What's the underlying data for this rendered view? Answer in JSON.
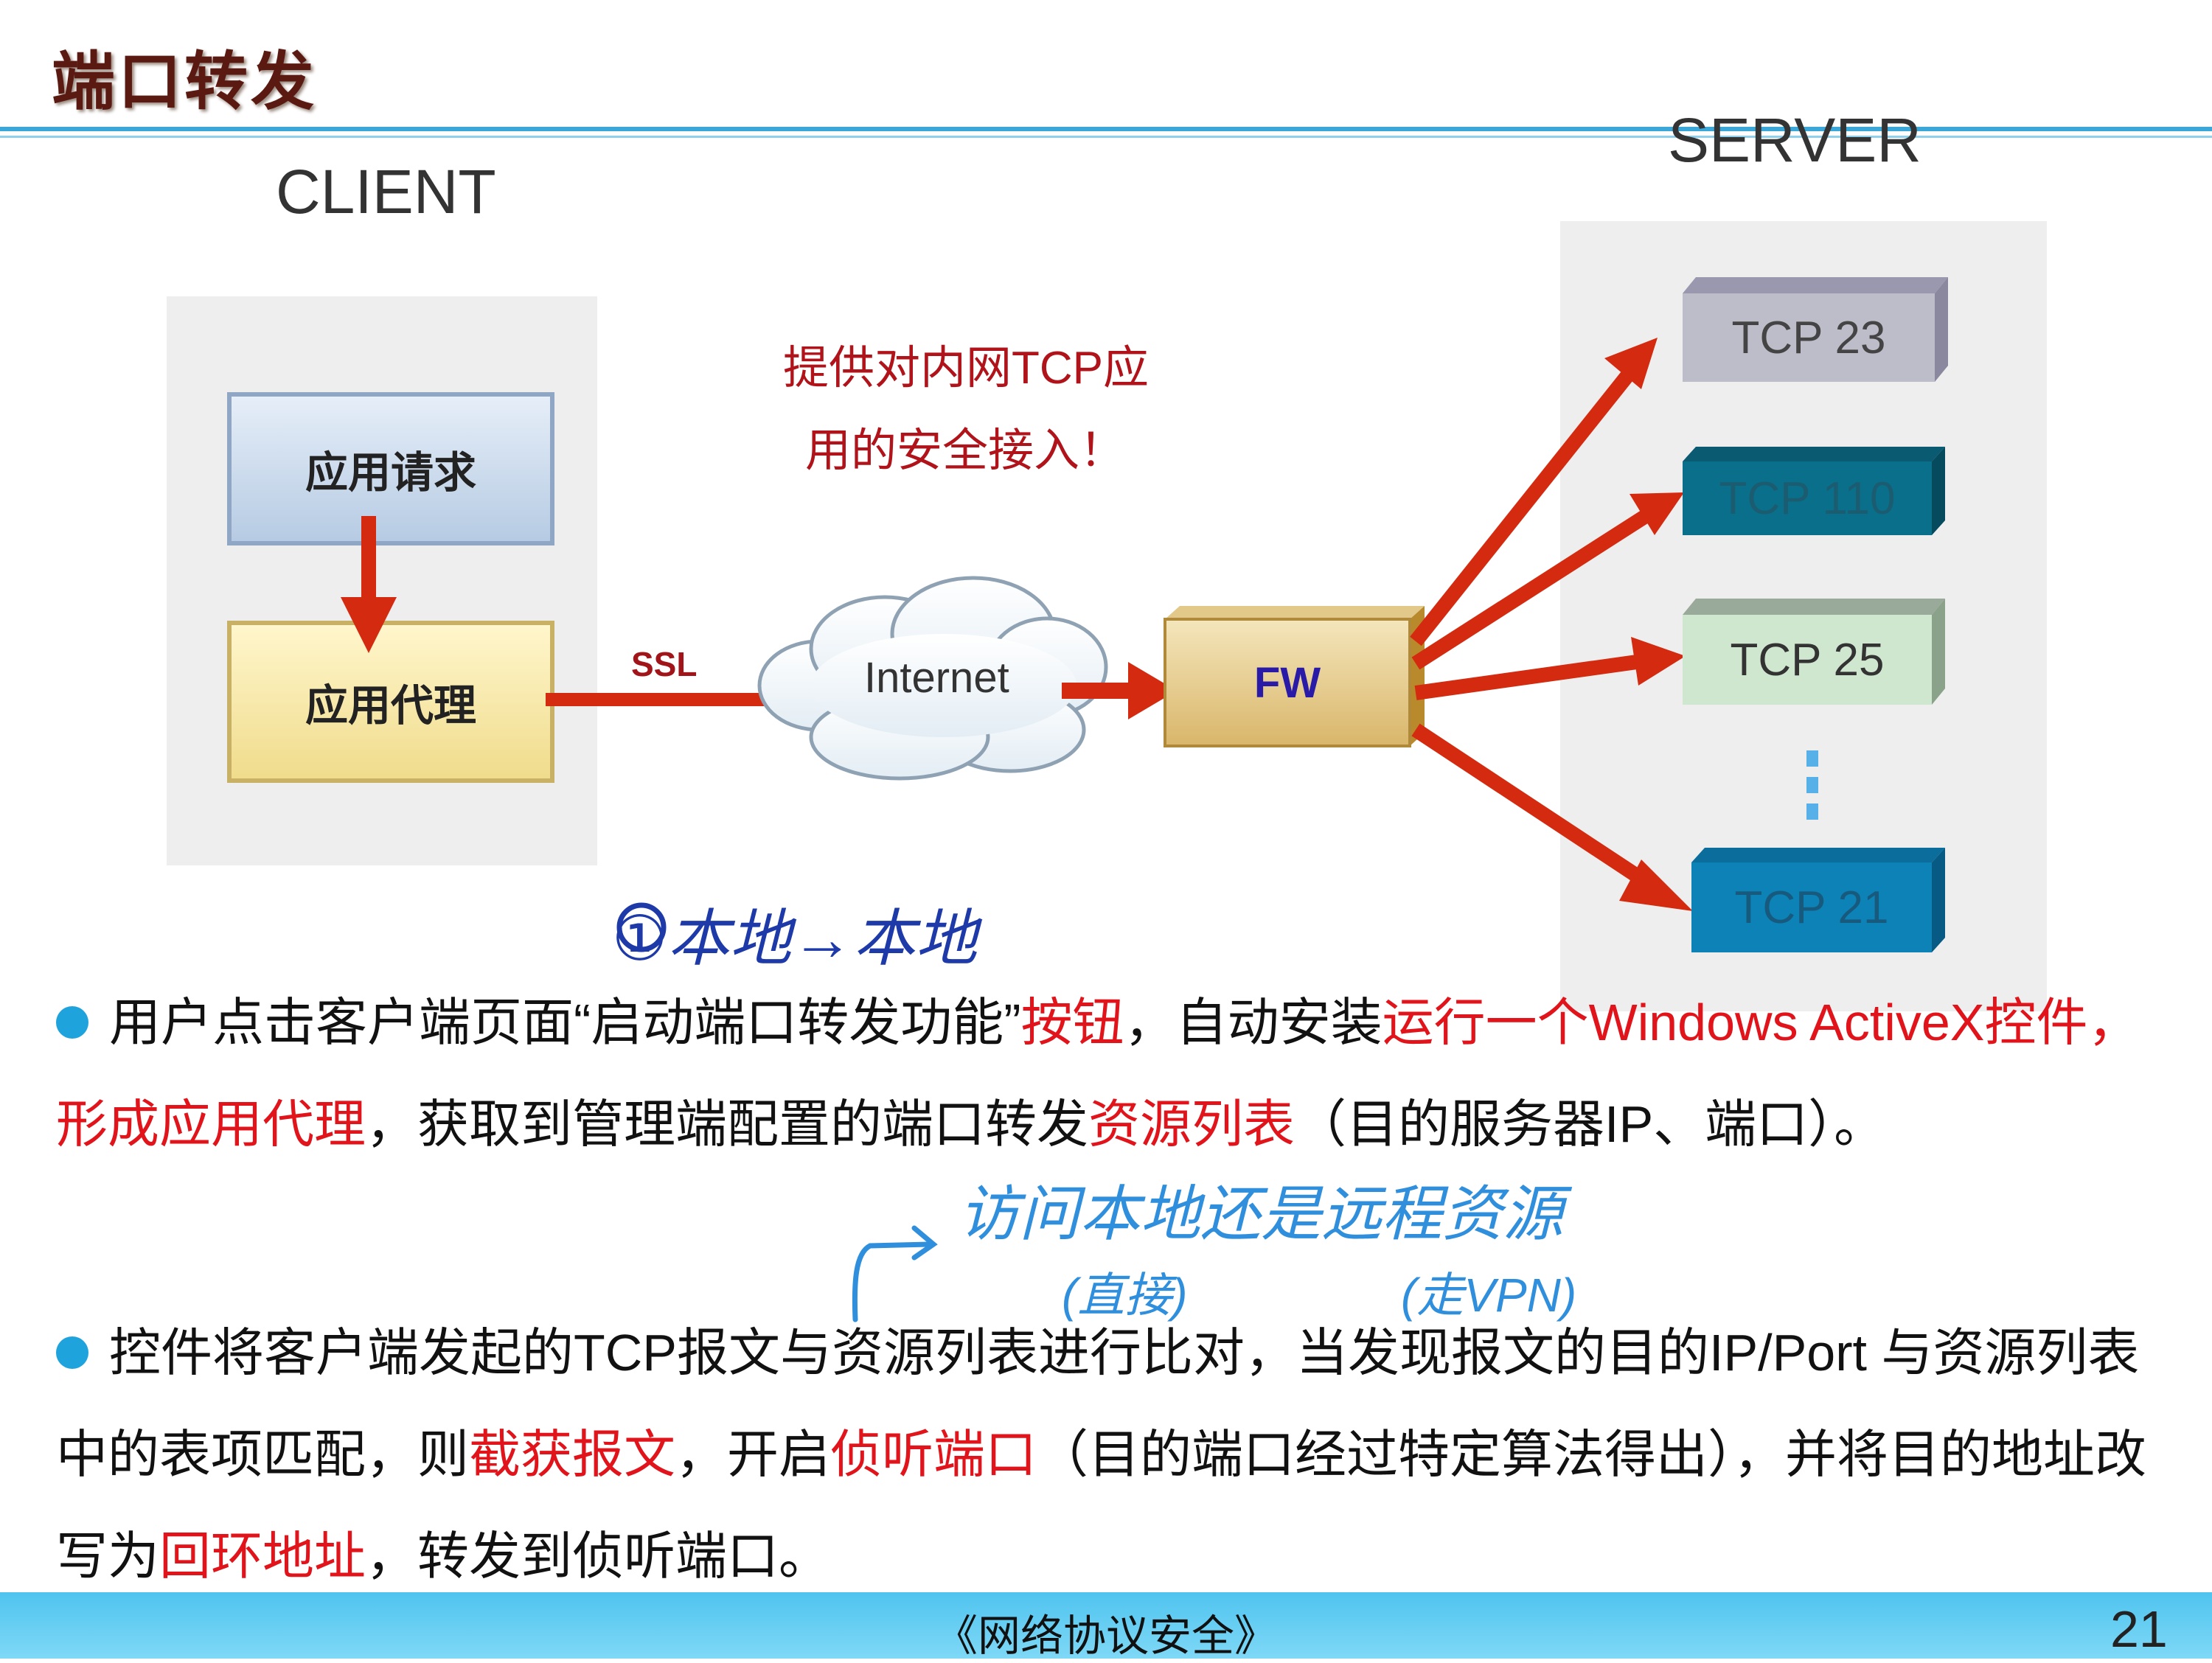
{
  "slide": {
    "title": "端口转发",
    "page_number": "21",
    "footer": "《网络协议安全》"
  },
  "diagram": {
    "client_label": "CLIENT",
    "server_label": "SERVER",
    "app_request": "应用请求",
    "app_proxy": "应用代理",
    "ssl": "SSL",
    "internet": "Internet",
    "fw": "FW",
    "note_line1": "提供对内网TCP应",
    "note_line2": "用的安全接入！",
    "tcp_23": "TCP  23",
    "tcp_110": "TCP 110",
    "tcp_25": "TCP 25",
    "tcp_21": "TCP 21",
    "colors": {
      "arrow": "#d42a10",
      "tcp23": "#bdbdc9",
      "tcp110": "#0a6f8a",
      "tcp25": "#cfe6cf",
      "tcp21": "#0c82b6"
    }
  },
  "handwriting": {
    "note_top": "①本地→本地",
    "note_mid": "访问本地还是远程资源",
    "note_direct": "(直接)",
    "note_vpn": "(走VPN)"
  },
  "bullets": {
    "b1": {
      "t1": "用户点击客户端页面“启动端口转发功能”",
      "t2": "按钮",
      "t3": "，自动安装",
      "t4": "运行一个Windows ActiveX控件，形成应用代理",
      "t5": "，获取到管理端配置的端口转发",
      "t6": "资源列表",
      "t7": "（目的服务器IP、端口）。"
    },
    "b2": {
      "t1": "控件将客户端发起的TCP报文与资源列表进行比对，当发现报文的目的IP/Port 与资源列表中的表项匹配，则",
      "t2": "截获报文",
      "t3": "，开启",
      "t4": "侦听端口",
      "t5": "（目的端口经过特定算法得出），并将目的地址改写为",
      "t6": "回环地址",
      "t7": "，转发到侦听端口。"
    }
  }
}
